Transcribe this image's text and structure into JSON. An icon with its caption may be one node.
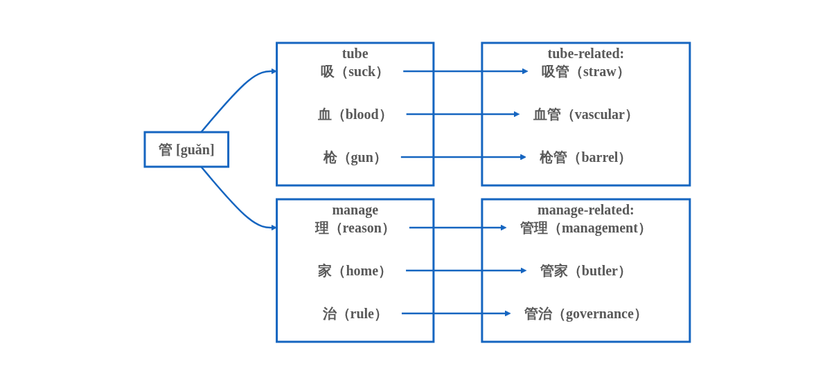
{
  "diagram": {
    "nodes": [
      {
        "text": [
          "管 [guǎn]"
        ]
      },
      {
        "text": [
          "manage"
        ]
      },
      {
        "text": [
          "理（reason）"
        ],
        "in": 1
      },
      {
        "text": [
          "家（home）"
        ],
        "in": 1
      },
      {
        "text": [
          "治（rule）"
        ],
        "in": 1
      },
      {
        "text": [
          "manage-related:"
        ]
      },
      {
        "text": [
          "管理（management）"
        ],
        "in": 5
      },
      {
        "text": [
          "管家（butler）"
        ],
        "in": 5
      },
      {
        "text": [
          "管治（governance）"
        ],
        "in": 5
      },
      {
        "text": [
          "tube"
        ]
      },
      {
        "text": [
          "吸（suck）"
        ],
        "in": 9
      },
      {
        "text": [
          "血（blood）"
        ],
        "in": 9
      },
      {
        "text": [
          "枪（gun）"
        ],
        "in": 9
      },
      {
        "text": [
          "tube-related:"
        ]
      },
      {
        "text": [
          "吸管（straw）"
        ],
        "in": 13
      },
      {
        "text": [
          "血管（vascular）"
        ],
        "in": 13
      },
      {
        "text": [
          "枪管（barrel）"
        ],
        "in": 13
      }
    ],
    "edges": [
      {
        "from": 0,
        "to": 1,
        "arrow": "to"
      },
      {
        "from": 0,
        "to": 9,
        "arrow": "to"
      },
      {
        "from": 2,
        "to": 6,
        "arrow": "to"
      },
      {
        "from": 3,
        "to": 7,
        "arrow": "to"
      },
      {
        "from": 4,
        "to": 8,
        "arrow": "to"
      },
      {
        "from": 10,
        "to": 14,
        "arrow": "to"
      },
      {
        "from": 11,
        "to": 15,
        "arrow": "to"
      },
      {
        "from": 12,
        "to": 16,
        "arrow": "to"
      }
    ]
  }
}
